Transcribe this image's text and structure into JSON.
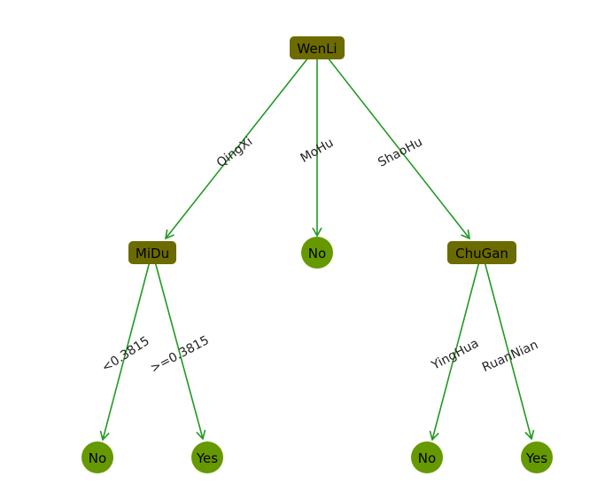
{
  "colors": {
    "decision_node": "#6b6b00",
    "leaf_node": "#669900",
    "edge": "#229922",
    "text": "#000000"
  },
  "nodes": [
    {
      "id": "root",
      "label": "WenLi",
      "kind": "decision"
    },
    {
      "id": "midu",
      "label": "MiDu",
      "kind": "decision"
    },
    {
      "id": "leaf-mohu",
      "label": "No",
      "kind": "leaf"
    },
    {
      "id": "chugan",
      "label": "ChuGan",
      "kind": "decision"
    },
    {
      "id": "leaf-midu-lt",
      "label": "No",
      "kind": "leaf"
    },
    {
      "id": "leaf-midu-ge",
      "label": "Yes",
      "kind": "leaf"
    },
    {
      "id": "leaf-chugan-ying",
      "label": "No",
      "kind": "leaf"
    },
    {
      "id": "leaf-chugan-ruan",
      "label": "Yes",
      "kind": "leaf"
    }
  ],
  "edges": [
    {
      "from": "root",
      "to": "midu",
      "label": "QingXi"
    },
    {
      "from": "root",
      "to": "leaf-mohu",
      "label": "MoHu"
    },
    {
      "from": "root",
      "to": "chugan",
      "label": "ShaoHu"
    },
    {
      "from": "midu",
      "to": "leaf-midu-lt",
      "label": "<0.3815"
    },
    {
      "from": "midu",
      "to": "leaf-midu-ge",
      "label": ">=0.3815"
    },
    {
      "from": "chugan",
      "to": "leaf-chugan-ying",
      "label": "YingHua"
    },
    {
      "from": "chugan",
      "to": "leaf-chugan-ruan",
      "label": "RuanNian"
    }
  ]
}
